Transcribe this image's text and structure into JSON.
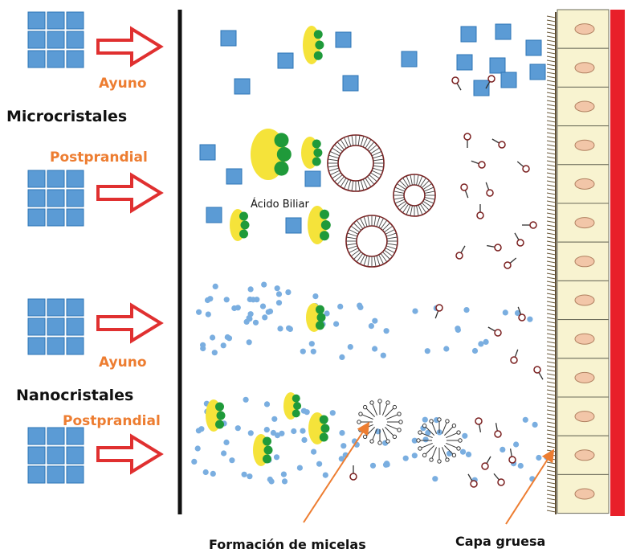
{
  "labels": {
    "ayuno_1": "Ayuno",
    "microcristales": "Microcristales",
    "postprandial_1": "Postprandial",
    "acido_biliar": "Ácido Biliar",
    "ayuno_2": "Ayuno",
    "nanocristales": "Nanocristales",
    "postprandial_2": "Postprandial",
    "formacion_micelas": "Formación de micelas",
    "capa_gruesa": "Capa gruesa"
  },
  "colors": {
    "crystal": "#5b9bd5",
    "crystal_border": "#2e75b6",
    "arrow": "#e03030",
    "bile_yellow": "#f5e33a",
    "bile_green": "#1f9a3a",
    "dot": "#7aaee0",
    "cell_fill": "#f8f3d0",
    "cell_nucleus": "#f2c6a8",
    "wall_red": "#e8202a",
    "label_orange": "#ed7d31"
  }
}
